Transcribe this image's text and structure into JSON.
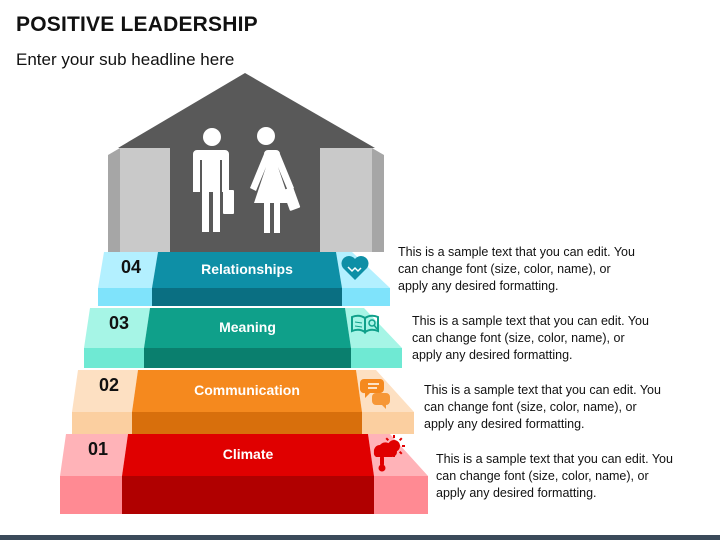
{
  "header": {
    "title": "POSITIVE LEADERSHIP",
    "subtitle": "Enter your sub headline here"
  },
  "colors": {
    "roof": "#595959",
    "pillar": "#c9c9c9",
    "people": "#ffffff"
  },
  "steps": [
    {
      "number": "01",
      "label": "Climate",
      "icon": "weather-thermometer-icon",
      "color": "#e00000",
      "color_dark": "#b00000",
      "side_color": "#ffb3b8",
      "side_dark": "#ff8a93",
      "description": [
        "This is a sample text that you can edit. You",
        "can change font (size, color, name), or",
        "apply any desired formatting."
      ]
    },
    {
      "number": "02",
      "label": "Communication",
      "icon": "chat-bubbles-icon",
      "color": "#f5891e",
      "color_dark": "#d86f0c",
      "side_color": "#fde0c2",
      "side_dark": "#fbcfa0",
      "description": [
        "This is a sample text that you can edit. You",
        "can change font (size, color, name), or",
        "apply any desired formatting."
      ]
    },
    {
      "number": "03",
      "label": "Meaning",
      "icon": "open-book-icon",
      "color": "#0fa08a",
      "color_dark": "#0a7f6e",
      "side_color": "#a6f5e6",
      "side_dark": "#6fe9d3",
      "description": [
        "This is a sample text that you can edit. You",
        "can change font (size, color, name), or",
        "apply any desired formatting."
      ]
    },
    {
      "number": "04",
      "label": "Relationships",
      "icon": "handshake-heart-icon",
      "color": "#0e8fa6",
      "color_dark": "#0a6f82",
      "side_color": "#b3f0ff",
      "side_dark": "#7fe3fb",
      "description": [
        "This is a sample text that you can edit. You",
        "can change font (size, color, name), or",
        "apply any desired formatting."
      ]
    }
  ]
}
